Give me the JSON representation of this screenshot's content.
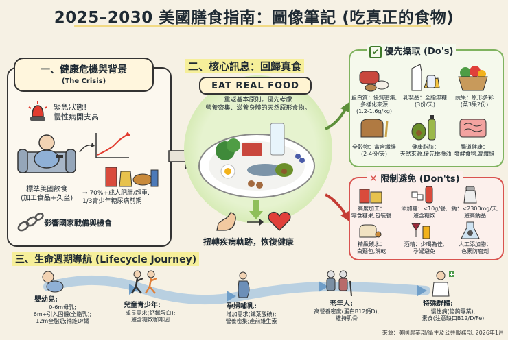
{
  "title": "2025–2030 美國膳食指南：圖像筆記 (吃真正的食物)",
  "crisis": {
    "header": "一、健康危機與背景",
    "sub": "(The Crisis)",
    "alert": "緊急狀態!\n慢性病開支高",
    "diet_label": "標準美國飲食\n(加工食品+久坐)",
    "arrow_text": "→ 70%+成人肥胖/超重,\n1/3青少年糖尿病前期",
    "impact": "影響國家戰備與機會"
  },
  "core": {
    "header": "二、核心訊息：回歸真食",
    "banner": "EAT REAL FOOD",
    "desc": "重返基本原則。優先考慮\n營養密集、滋養身體的天然原形食物。",
    "outcome": "扭轉疾病軌跡，恢復健康"
  },
  "dos": {
    "header": "優先攝取 (Do's)",
    "items": [
      {
        "label": "蛋白質：優質密集,\n多樣化來源\n(1.2-1.6g/kg)"
      },
      {
        "label": "乳製品：全脂無糖\n(3份/天)"
      },
      {
        "label": "蔬果：原形多彩\n(菜3果2份)"
      },
      {
        "label": "全穀物：富含纖維\n(2-4份/天)"
      },
      {
        "label": "健康脂肪：\n天然來源,優先橄欖油"
      },
      {
        "label": "腸道健康：\n發酵食物,高纖維"
      }
    ]
  },
  "donts": {
    "header": "限制避免 (Don'ts)",
    "items": [
      {
        "label": "高度加工：\n零食糖果,包裝餐"
      },
      {
        "label": "添加糖：<10g/餐,\n避含糖飲"
      },
      {
        "label": "鈉：<2300mg/天,\n避高鈉品"
      },
      {
        "label": "精緻碳水：\n白麵包,餅乾"
      },
      {
        "label": "酒精：少喝為佳,\n孕婦避免"
      },
      {
        "label": "人工添加物：\n色素防腐劑"
      }
    ]
  },
  "lifecycle": {
    "header": "三、生命週期導航 (Lifecycle Journey)",
    "stages": [
      {
        "title": "嬰幼兒:",
        "text": "0-6m母乳;\n6m+引入固體(全脂乳);\n12m全脂奶;補維D/鐵"
      },
      {
        "title": "兒童青少年:",
        "text": "成長需求(鈣鐵蛋白);\n避含糖飲咖啡因"
      },
      {
        "title": "孕婦哺乳:",
        "text": "增加需求(鐵葉酸碘);\n營養密集;產前維生素"
      },
      {
        "title": "老年人:",
        "text": "高營養密度(蛋白B12鈣D);\n維持肌骨"
      },
      {
        "title": "特殊群體:",
        "text": "慢性病(諮詢專業);\n素食(注意缺口B12/D/Fe)"
      }
    ]
  },
  "source": "來源：美國農業部/衛生及公共服務部, 2026年1月",
  "colors": {
    "dos_green": "#7fb35f",
    "donts_red": "#d9534f",
    "accent_yellow": "#f0d36b"
  }
}
